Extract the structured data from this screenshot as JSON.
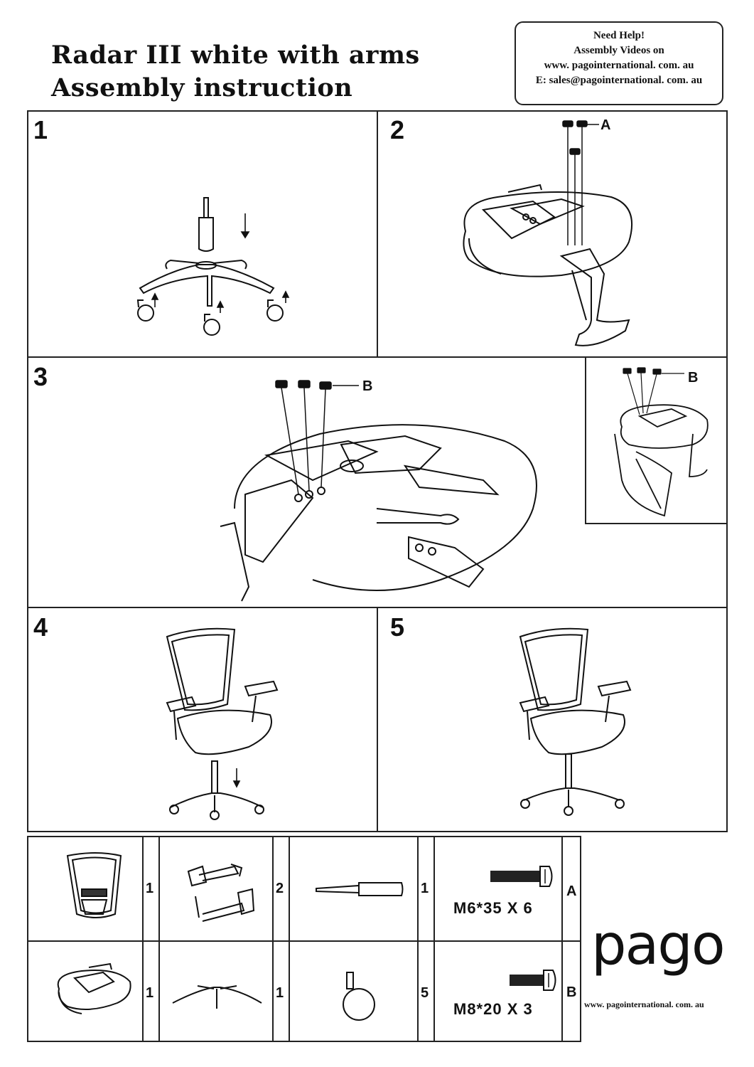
{
  "header": {
    "title_line1": "Radar  III white with  arms",
    "title_line2": "Assembly  instruction"
  },
  "help_box": {
    "line1": "Need Help!",
    "line2": "Assembly Videos on",
    "line3": "www. pagointernational. com. au",
    "line4": "E: sales@pagointernational. com. au"
  },
  "steps": [
    {
      "number": "1"
    },
    {
      "number": "2",
      "callout": "A"
    },
    {
      "number": "3",
      "callout": "B",
      "inset_callout": "B"
    },
    {
      "number": "4"
    },
    {
      "number": "5"
    }
  ],
  "parts": [
    {
      "qty": "1"
    },
    {
      "qty": "2"
    },
    {
      "qty": "1"
    },
    {
      "spec": "M6*35  X 6",
      "letter": "A"
    },
    {
      "qty": "1"
    },
    {
      "qty": "1"
    },
    {
      "qty": "5"
    },
    {
      "spec": "M8*20  X 3",
      "letter": "B"
    }
  ],
  "brand": {
    "logo": "pago",
    "url": "www. pagointernational. com. au"
  }
}
